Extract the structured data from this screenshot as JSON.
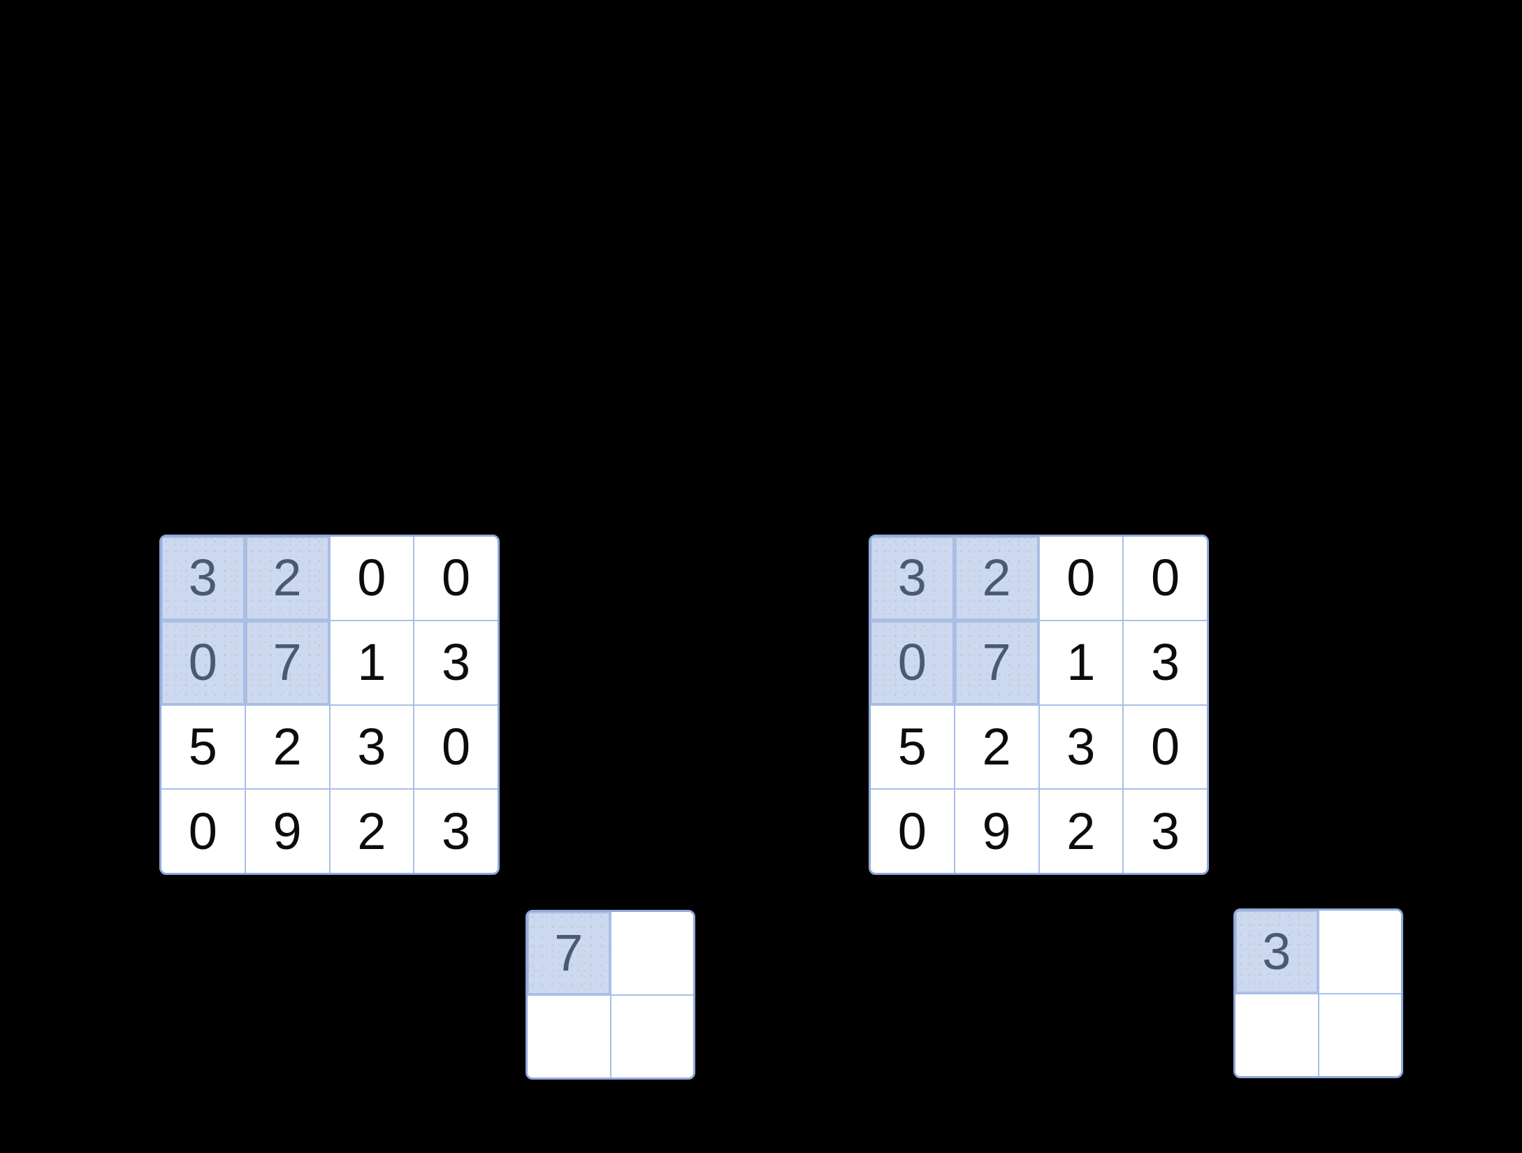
{
  "colors": {
    "background": "#000000",
    "grid_line": "#a9bfe6",
    "grid_outer_border": "#8fa9d9",
    "cell_fill": "#ffffff",
    "cell_text": "#0c0c0c",
    "highlight_fill": "#cdd9f0",
    "highlight_text": "#4a5a74"
  },
  "grids": {
    "max_input": {
      "values": [
        [
          "3",
          "2",
          "0",
          "0"
        ],
        [
          "0",
          "7",
          "1",
          "3"
        ],
        [
          "5",
          "2",
          "3",
          "0"
        ],
        [
          "0",
          "9",
          "2",
          "3"
        ]
      ],
      "highlight_rows": 2,
      "highlight_cols": 2
    },
    "max_output": {
      "values": [
        [
          "7",
          ""
        ],
        [
          "",
          ""
        ]
      ],
      "highlight_rows": 1,
      "highlight_cols": 1
    },
    "avg_input": {
      "values": [
        [
          "3",
          "2",
          "0",
          "0"
        ],
        [
          "0",
          "7",
          "1",
          "3"
        ],
        [
          "5",
          "2",
          "3",
          "0"
        ],
        [
          "0",
          "9",
          "2",
          "3"
        ]
      ],
      "highlight_rows": 2,
      "highlight_cols": 2
    },
    "avg_output": {
      "values": [
        [
          "3",
          ""
        ],
        [
          "",
          ""
        ]
      ],
      "highlight_rows": 1,
      "highlight_cols": 1
    }
  }
}
